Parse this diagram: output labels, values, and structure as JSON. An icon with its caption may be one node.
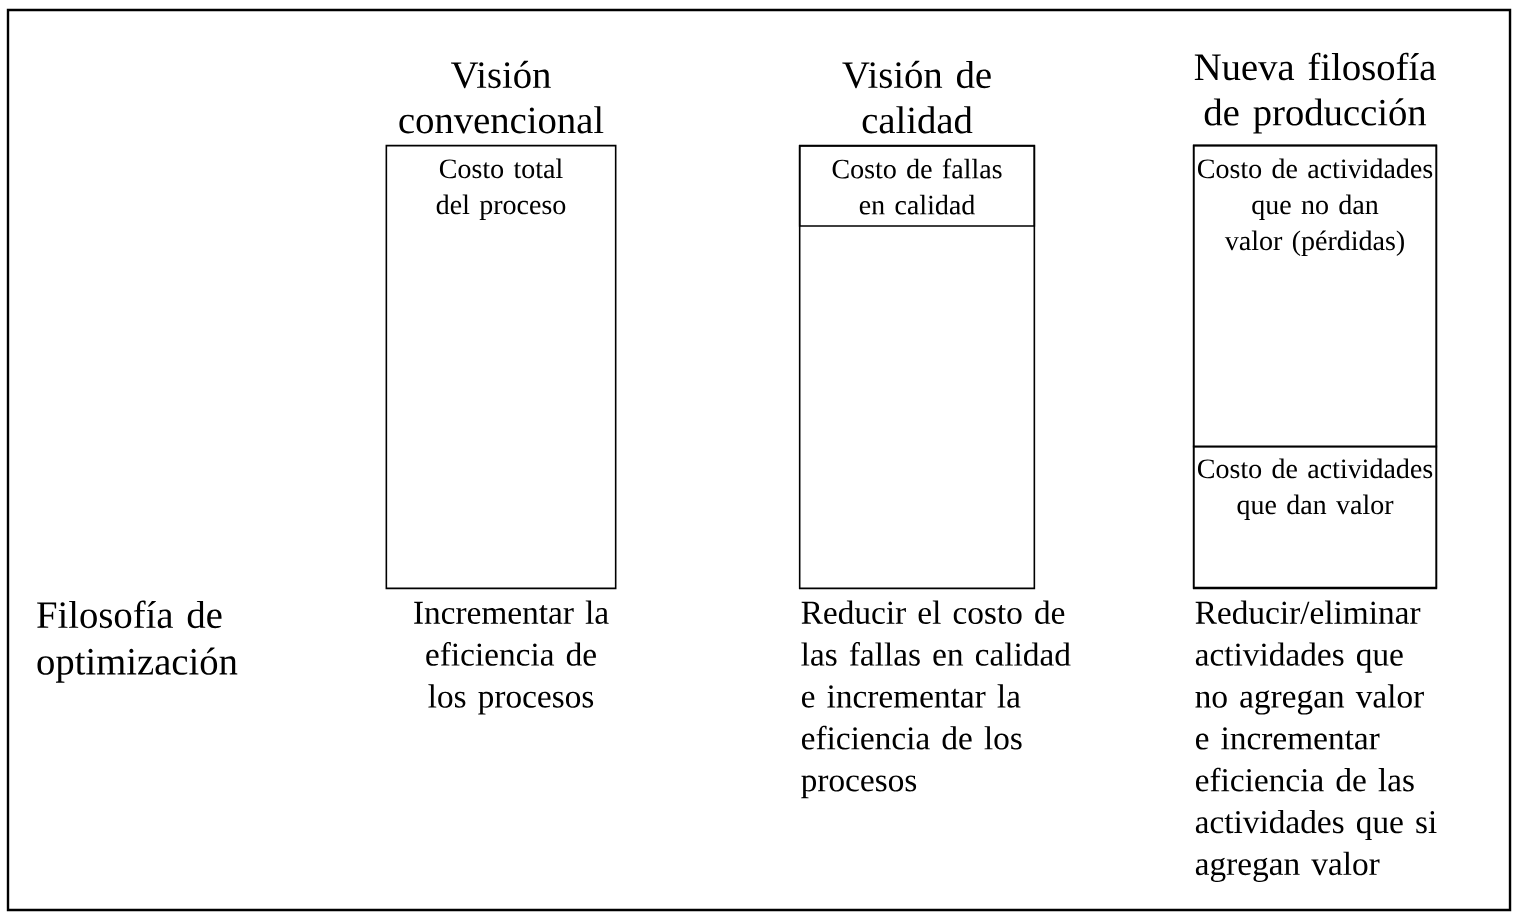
{
  "diagram": {
    "nodes": [
      {
        "text": [
          "Visión convencional",
          "Costo total del proceso"
        ]
      },
      {
        "text": [
          "Visión de calidad"
        ]
      },
      {
        "text": [
          "Costo de fallas en calidad"
        ],
        "in": 1
      },
      {
        "text": [
          "Nueva filosofía de producción"
        ]
      },
      {
        "text": [
          "Costo de actividades que no dan valor (pérdidas)"
        ],
        "in": 3
      },
      {
        "text": [
          "Costo de actividades que dan valor"
        ],
        "in": 3
      }
    ],
    "edges": [],
    "labels": [
      "Filosofía de optimización",
      "Incrementar la eficiencia de los procesos",
      "Reducir el costo de las fallas en calidad e incrementar la eficiencia de los procesos",
      "Reducir/eliminar actividades que no agregan valor e incrementar eficiencia de las actividades que si agregan valor"
    ]
  }
}
